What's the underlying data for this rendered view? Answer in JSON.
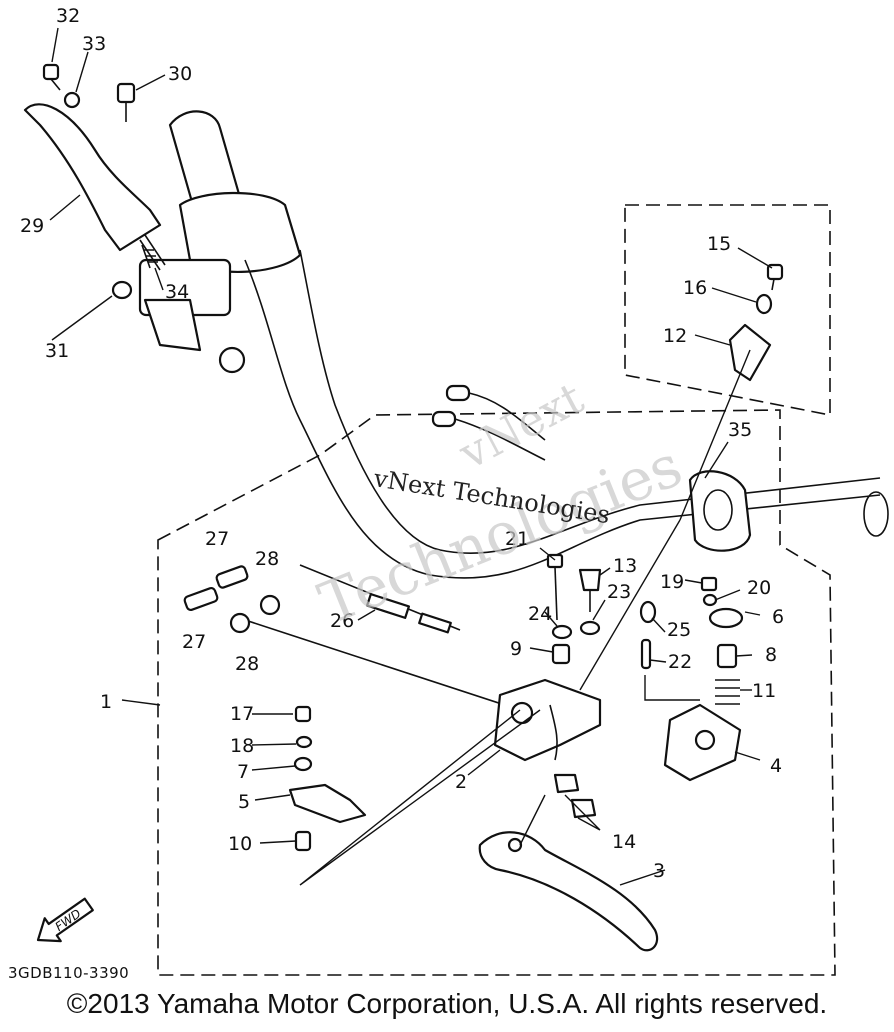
{
  "watermark": {
    "brand_line": "vNext Technologies",
    "big_1": "vNext",
    "big_2": "Technologies"
  },
  "callouts": {
    "c1": "1",
    "c2": "2",
    "c3": "3",
    "c4": "4",
    "c5": "5",
    "c6": "6",
    "c7": "7",
    "c8": "8",
    "c9": "9",
    "c10": "10",
    "c11": "11",
    "c12": "12",
    "c13": "13",
    "c14": "14",
    "c15": "15",
    "c16": "16",
    "c17": "17",
    "c18": "18",
    "c19": "19",
    "c20": "20",
    "c21": "21",
    "c22": "22",
    "c23": "23",
    "c24": "24",
    "c25": "25",
    "c26": "26",
    "c27a": "27",
    "c27b": "27",
    "c28a": "28",
    "c28b": "28",
    "c29": "29",
    "c30": "30",
    "c31": "31",
    "c32": "32",
    "c33": "33",
    "c34": "34",
    "c35": "35"
  },
  "fwd_label": "FWD",
  "diagram_code": "3GDB110-3390",
  "copyright": "©2013 Yamaha Motor Corporation, U.S.A. All rights reserved."
}
